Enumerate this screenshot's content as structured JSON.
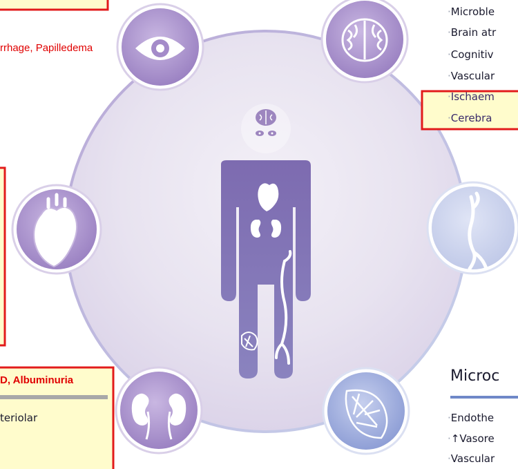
{
  "top_left": {
    "eye_text_fragment": "rrhage, Papilledema"
  },
  "top_right": {
    "items": [
      "Microble",
      "Brain atr",
      "Cognitiv",
      "Vascular"
    ],
    "highlighted_items": [
      "Ischaem",
      "Cerebra"
    ]
  },
  "bottom_left": {
    "highlight_text": "D, Albuminuria",
    "item_fragment": "teriolar"
  },
  "bottom_right": {
    "heading": "Microc",
    "items": [
      "Endothe",
      "↑Vasore",
      "Vascular"
    ]
  },
  "colors": {
    "accent_red": "#e00000",
    "highlight_yellow": "#fffccc",
    "circle_purple": "#9d86bf",
    "figure_purple": "#7a6aa8"
  }
}
